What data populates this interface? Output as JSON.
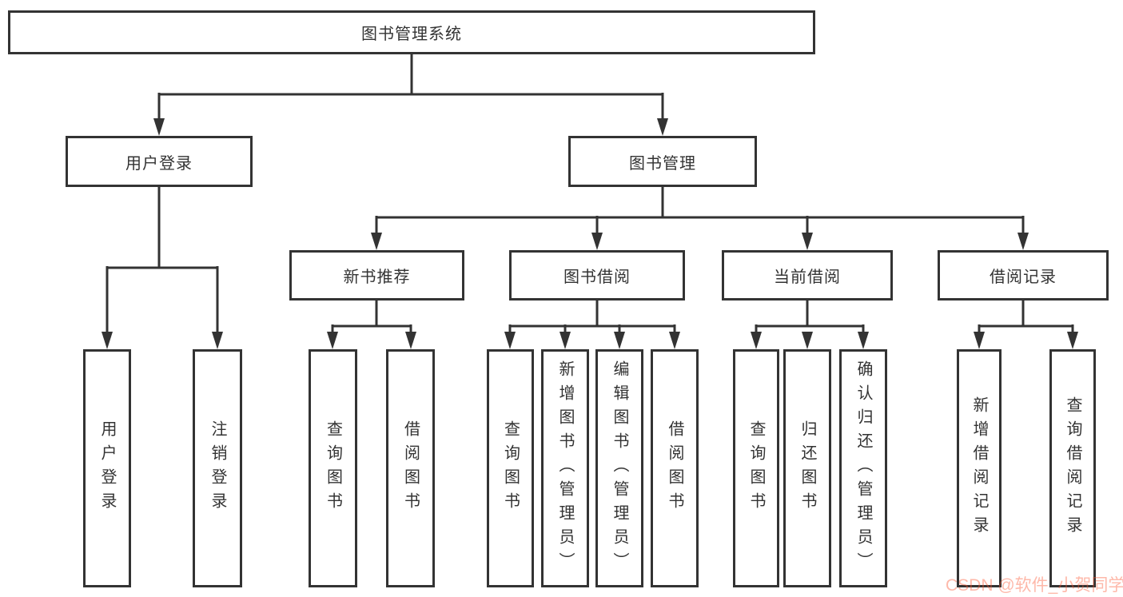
{
  "colors": {
    "line": "#333333",
    "box_border": "#333333",
    "text": "#333333",
    "background": "#ffffff",
    "watermark": "#fc5531"
  },
  "watermark": "CSDN @软件_小贺同学",
  "tree": {
    "root": "图书管理系统",
    "level2": [
      {
        "label": "用户登录",
        "children": [
          "用户登录",
          "注销登录"
        ]
      },
      {
        "label": "图书管理",
        "sub": [
          {
            "label": "新书推荐",
            "children": [
              "查询图书",
              "借阅图书"
            ]
          },
          {
            "label": "图书借阅",
            "children": [
              "查询图书",
              "新增图书（管理员）",
              "编辑图书（管理员）",
              "借阅图书"
            ]
          },
          {
            "label": "当前借阅",
            "children": [
              "查询图书",
              "归还图书",
              "确认归还（管理员）"
            ]
          },
          {
            "label": "借阅记录",
            "children": [
              "新增借阅记录",
              "查询借阅记录"
            ]
          }
        ]
      }
    ]
  }
}
